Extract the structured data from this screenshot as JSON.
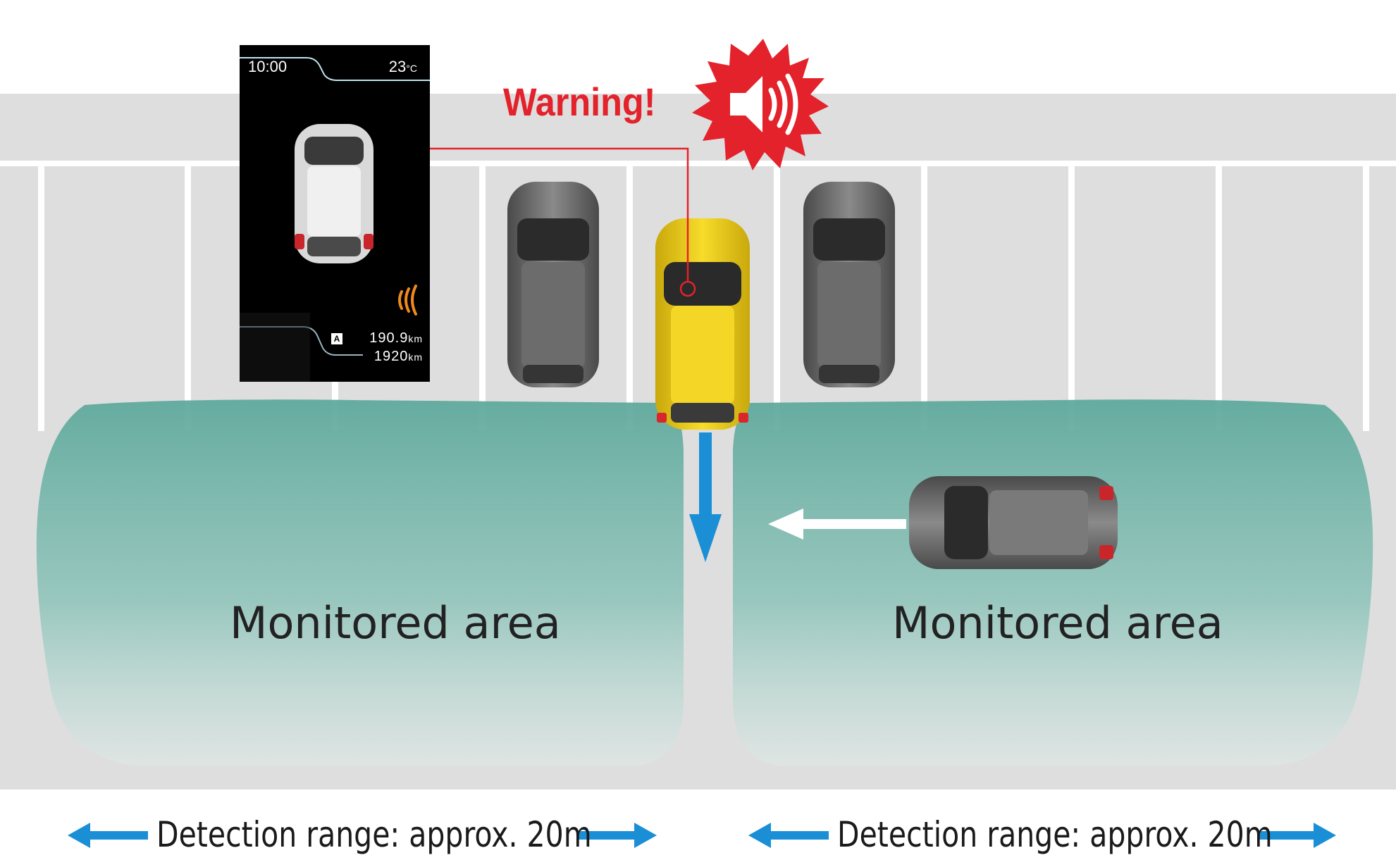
{
  "cluster": {
    "time": "10:00",
    "temperature": "23",
    "temperature_unit": "°C",
    "trip_badge": "A",
    "trip_distance": "190.9",
    "odometer": "1920",
    "distance_unit": "km",
    "sensor_indicator": "sensor-wave-icon"
  },
  "warning": {
    "text": "Warning!",
    "icon": "speaker-sound-icon"
  },
  "zones": {
    "left_label": "Monitored area",
    "right_label": "Monitored area"
  },
  "ranges": {
    "left_label": "Detection range: approx. 20m",
    "right_label": "Detection range: approx. 20m"
  },
  "colors": {
    "warning_red": "#e3222b",
    "arrow_blue": "#1a8fd6",
    "zone_teal": "#6fb3a8",
    "own_car_yellow": "#f2d31b",
    "lot_gray": "#dedede",
    "sensor_orange": "#f08a1c"
  }
}
